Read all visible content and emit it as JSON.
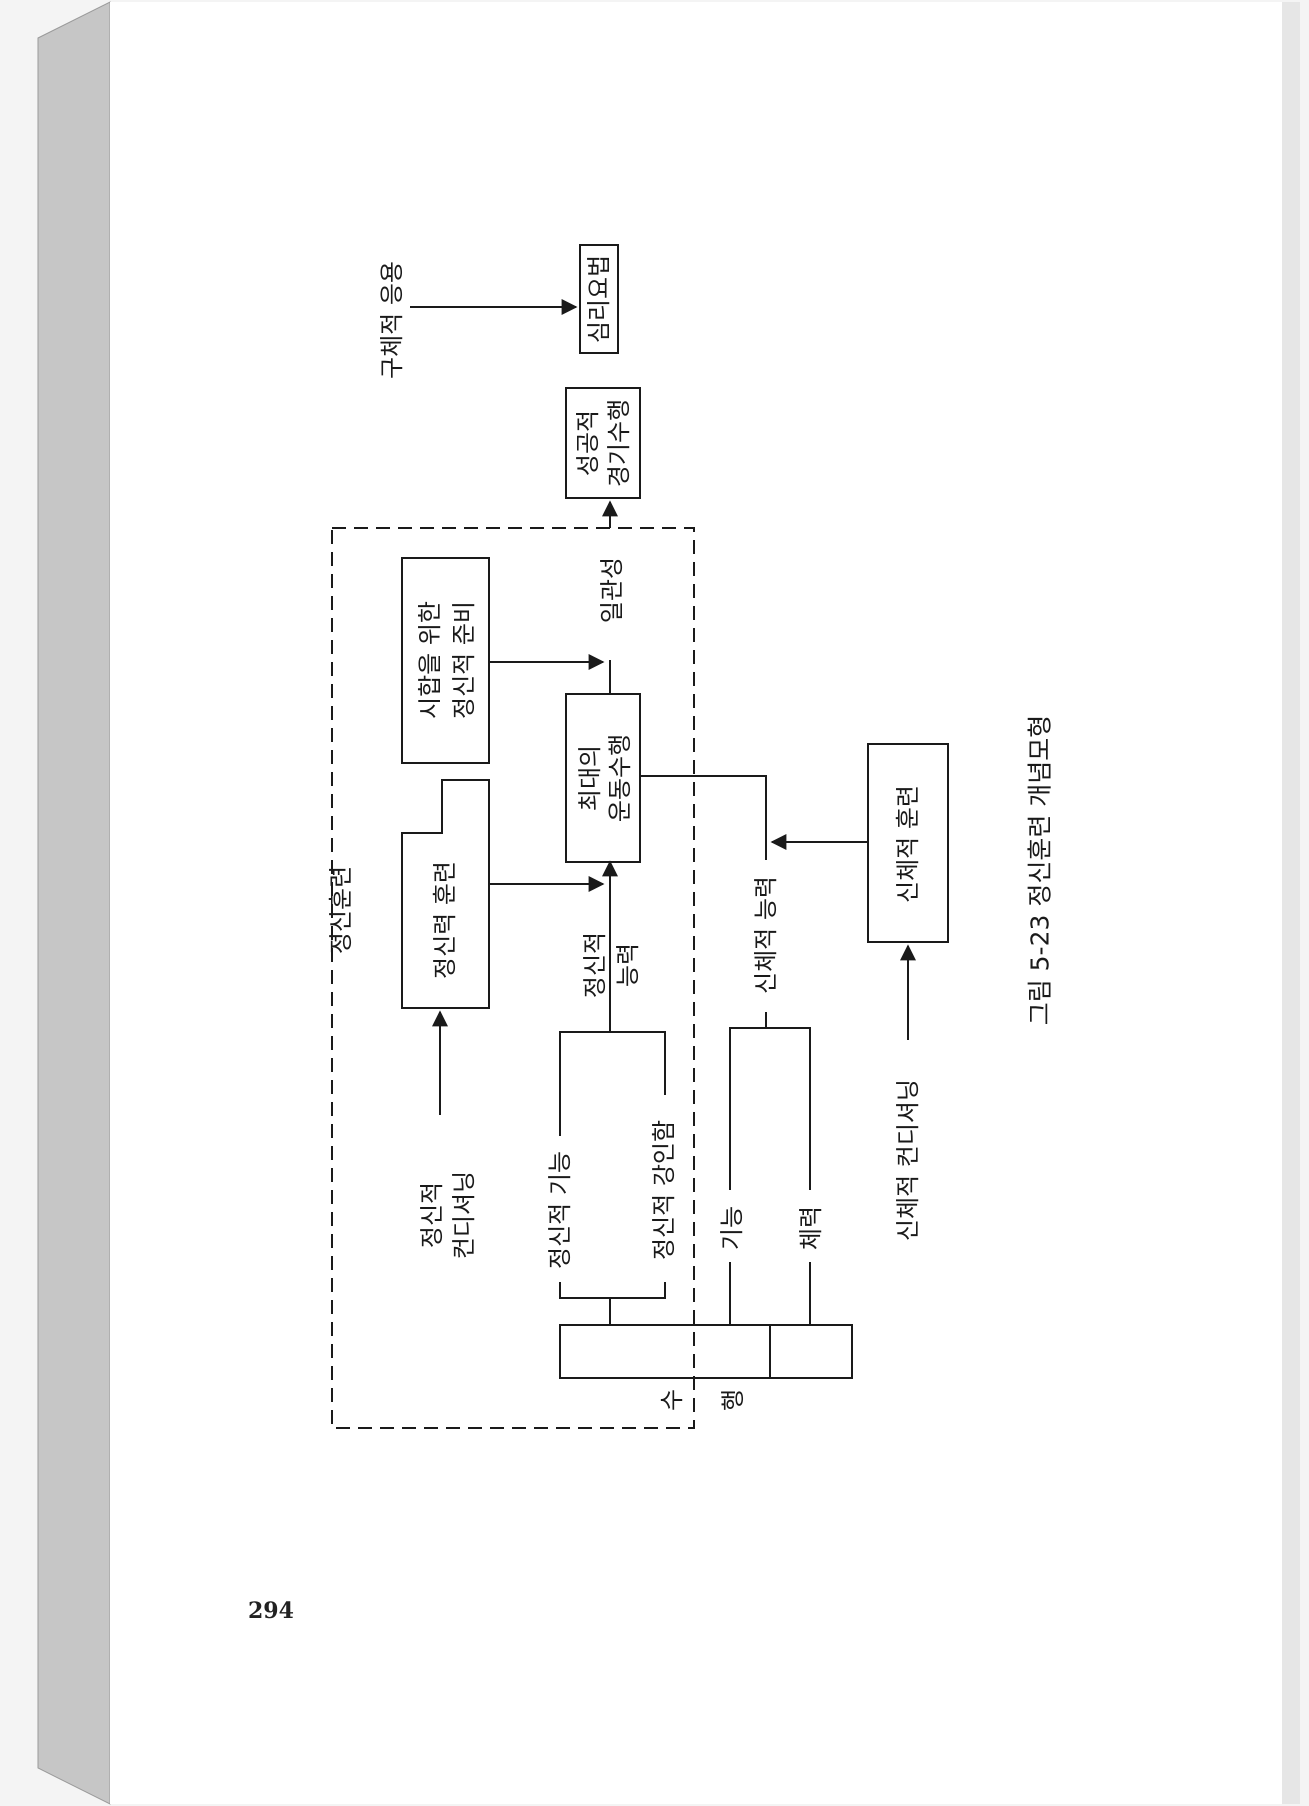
{
  "page_number": "294",
  "caption": "그림 5-23 정신훈련 개념모형",
  "nodes": {
    "mental_training_region": "정신훈련",
    "mental_power_training": "정신력 훈련",
    "mental_prep_line1": "시합을 위한",
    "mental_prep_line2": "정신적 준비",
    "max_performance_line1": "최대의",
    "max_performance_line2": "운동수행",
    "consistency": "일관성",
    "successful_line1": "성공적",
    "successful_line2": "경기수행",
    "concrete_application": "구체적 응용",
    "psych_method": "심리요법",
    "mental_conditioning_line1": "정신적",
    "mental_conditioning_line2": "컨디셔닝",
    "mental_function": "정신적 기능",
    "mental_toughness": "정신적 강인함",
    "mental_ability_line1": "정신적",
    "mental_ability_line2": "능력",
    "physical_ability": "신체적 능력",
    "physical_training": "신체적 훈련",
    "skill": "기능",
    "fitness": "체력",
    "physical_conditioning": "신체적 컨디셔닝",
    "performance_char1": "수",
    "performance_char2": "행"
  },
  "colors": {
    "ink": "#1a1a1a",
    "paper": "#ffffff",
    "spine": "#c9c9c9"
  }
}
